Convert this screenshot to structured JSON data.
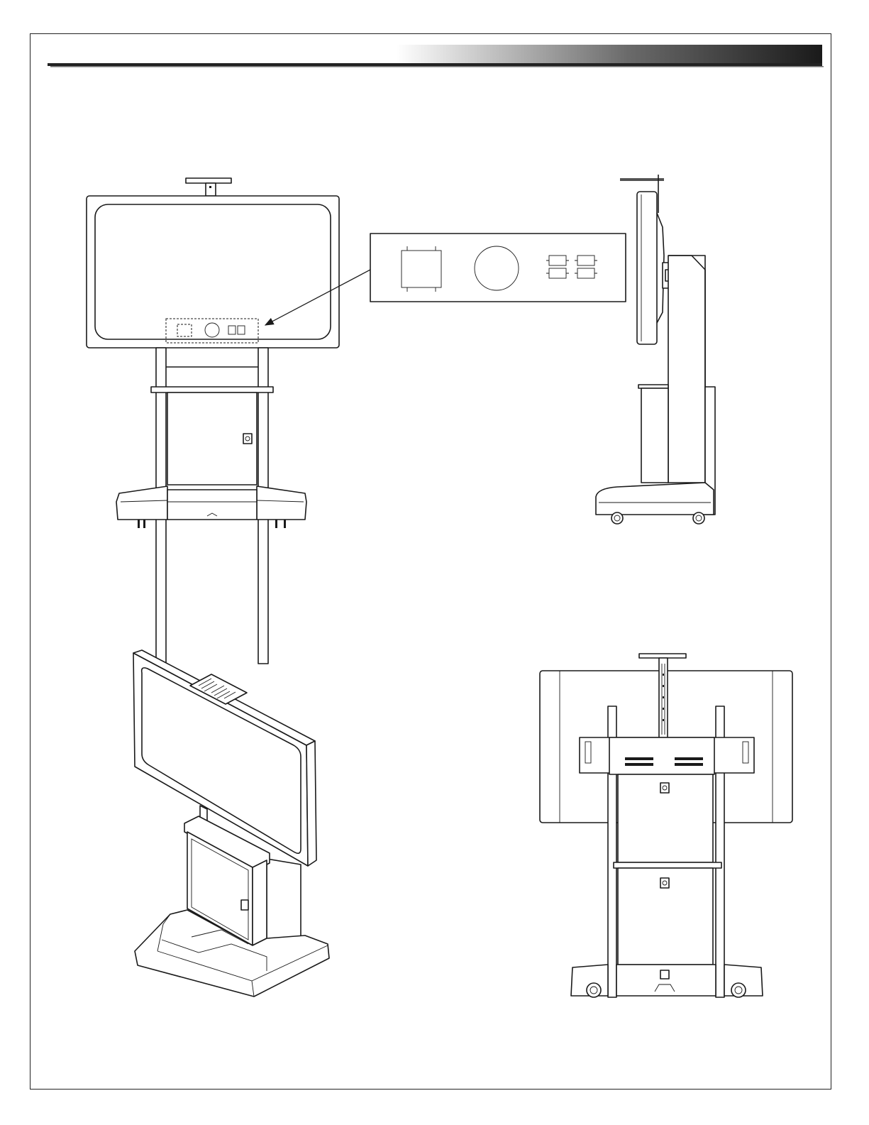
{
  "header": {
    "bar_gradient": [
      "#ffffff",
      "#1a1a1a"
    ]
  },
  "figures": [
    {
      "name": "front-view"
    },
    {
      "name": "detail-callout"
    },
    {
      "name": "side-view"
    },
    {
      "name": "isometric-view"
    },
    {
      "name": "rear-view"
    }
  ],
  "colors": {
    "line": "#1a1a1a",
    "paper": "#ffffff"
  }
}
